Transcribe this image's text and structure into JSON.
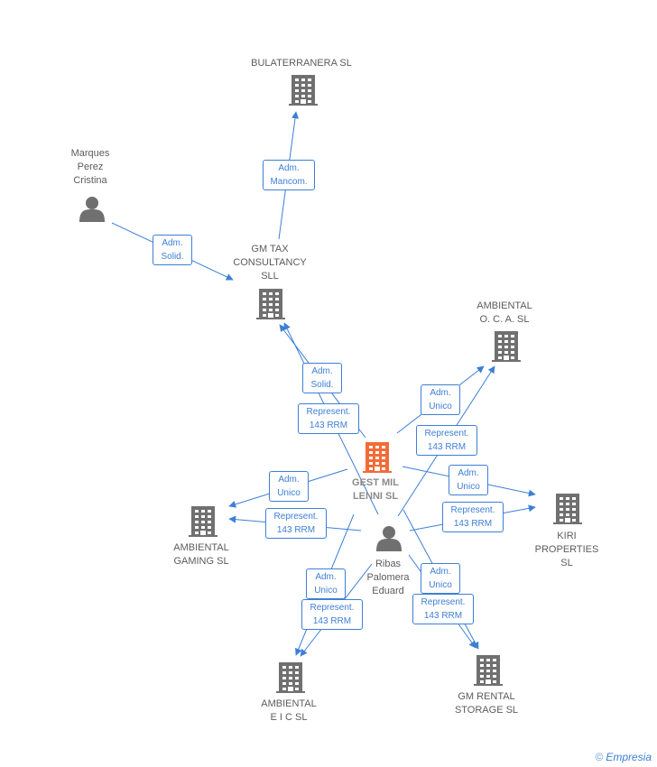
{
  "colors": {
    "edge": "#3d7fd6",
    "company": "#707070",
    "center": "#f26b38",
    "person": "#707070"
  },
  "nodes": [
    {
      "id": "bulaterranera",
      "kind": "company",
      "label": "BULATERRANERA SL"
    },
    {
      "id": "marques",
      "kind": "person",
      "label": "Marques\nPerez\nCristina"
    },
    {
      "id": "gmtax",
      "kind": "company",
      "label": "GM TAX\nCONSULTANCY\nSLL"
    },
    {
      "id": "ambiental_oca",
      "kind": "company",
      "label": "AMBIENTAL\nO. C. A. SL"
    },
    {
      "id": "gestmil",
      "kind": "center",
      "label": "GEST MIL\nLENNI SL"
    },
    {
      "id": "ribas",
      "kind": "person",
      "label": "Ribas\nPalomera\nEduard"
    },
    {
      "id": "ambiental_gaming",
      "kind": "company",
      "label": "AMBIENTAL\nGAMING SL"
    },
    {
      "id": "kiri",
      "kind": "company",
      "label": "KIRI\nPROPERTIES\nSL"
    },
    {
      "id": "ambiental_eic",
      "kind": "company",
      "label": "AMBIENTAL\nE I C SL"
    },
    {
      "id": "gmrental",
      "kind": "company",
      "label": "GM RENTAL\nSTORAGE SL"
    }
  ],
  "edges": [
    {
      "from": "gmtax",
      "to": "bulaterranera",
      "label": "Adm.\nMancom."
    },
    {
      "from": "marques",
      "to": "gmtax",
      "label": "Adm.\nSolid."
    },
    {
      "from": "gestmil",
      "to": "gmtax",
      "label": "Adm.\nSolid."
    },
    {
      "from": "ribas",
      "to": "gmtax",
      "label": "Represent.\n143 RRM"
    },
    {
      "from": "gestmil",
      "to": "ambiental_oca",
      "label": "Adm.\nUnico"
    },
    {
      "from": "ribas",
      "to": "ambiental_oca",
      "label": "Represent.\n143 RRM"
    },
    {
      "from": "gestmil",
      "to": "kiri",
      "label": "Adm.\nUnico"
    },
    {
      "from": "ribas",
      "to": "kiri",
      "label": "Represent.\n143 RRM"
    },
    {
      "from": "gestmil",
      "to": "ambiental_gaming",
      "label": "Adm.\nUnico"
    },
    {
      "from": "ribas",
      "to": "ambiental_gaming",
      "label": "Represent.\n143 RRM"
    },
    {
      "from": "ribas",
      "to": "ambiental_eic",
      "label": "Adm.\nUnico"
    },
    {
      "from": "gestmil",
      "to": "ambiental_eic",
      "label": "Represent.\n143 RRM"
    },
    {
      "from": "gestmil",
      "to": "gmrental",
      "label": "Adm.\nUnico"
    },
    {
      "from": "ribas",
      "to": "gmrental",
      "label": "Represent.\n143 RRM"
    }
  ],
  "watermark": {
    "symbol": "©",
    "text": "Empresia"
  }
}
